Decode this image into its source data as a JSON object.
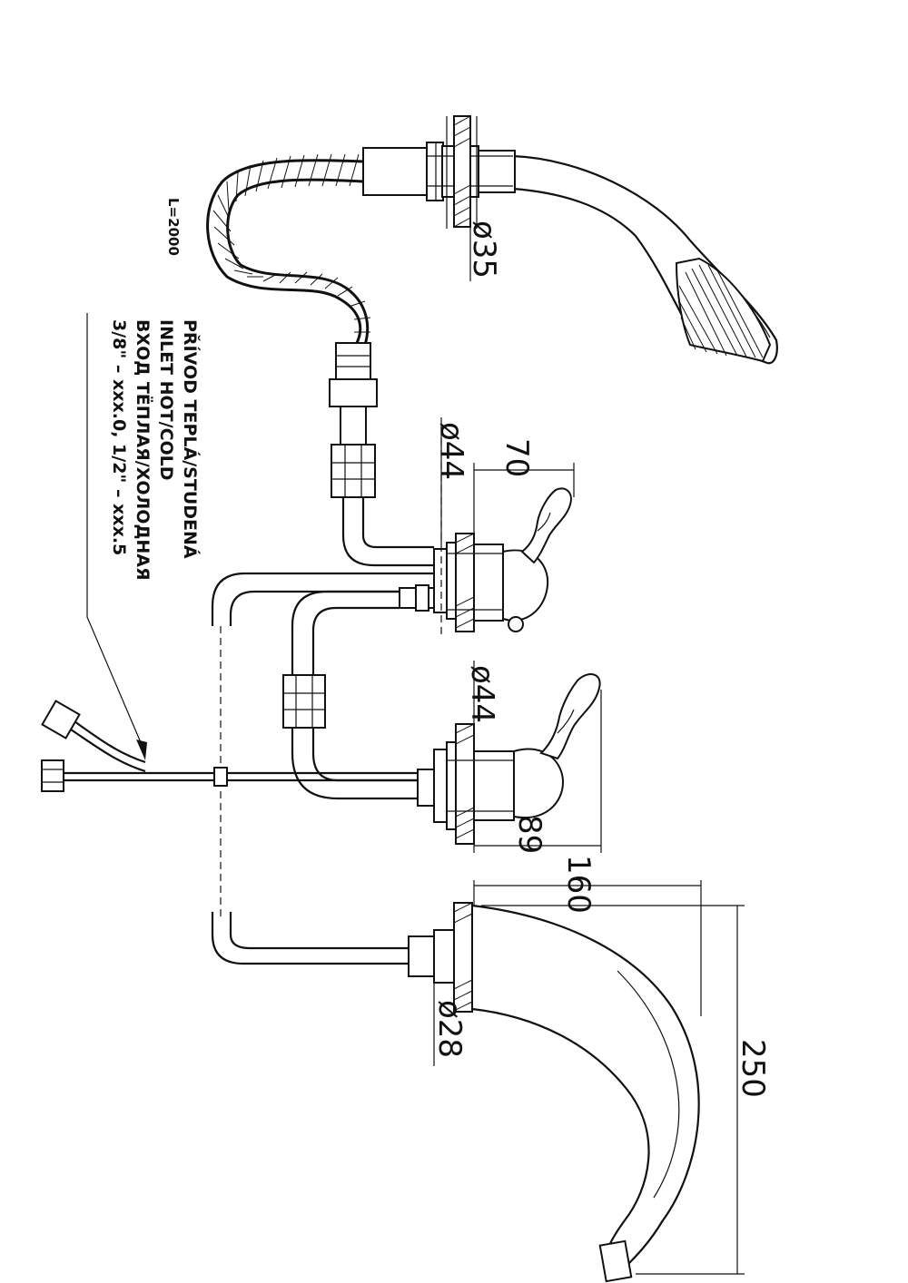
{
  "labels": {
    "hose_length": "L=2000",
    "dia_hand_shower": "ø35",
    "dia_mixer_top": "ø44",
    "dia_mixer_bottom": "ø44",
    "dia_spout": "ø28",
    "dim_70": "70",
    "dim_89": "89",
    "dim_160": "160",
    "dim_250": "250"
  },
  "inlet_note": {
    "line1": "PŘÍVOD TEPLÁ/STUDENÁ",
    "line2": "INLET HOT/COLD",
    "line3": "ВХОД ТЁПЛАЯ/ХОЛОДНАЯ",
    "line4": "3/8\" – xxx.0, 1/2\" – xxx.5"
  }
}
